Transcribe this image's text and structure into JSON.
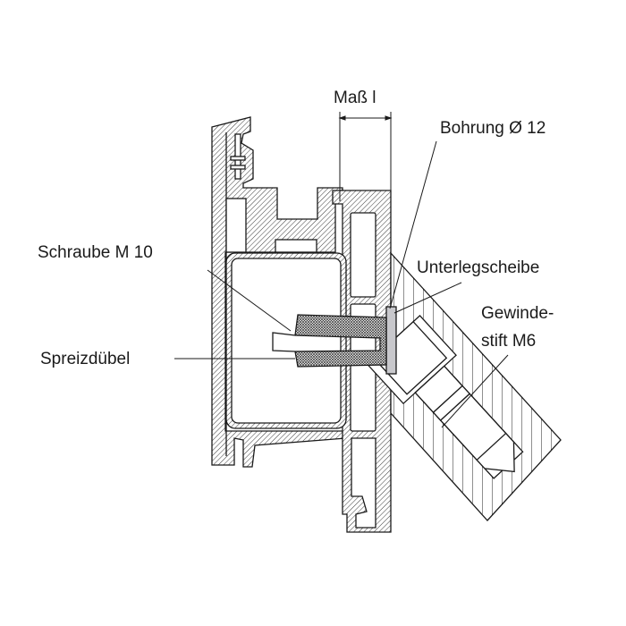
{
  "labels": {
    "dimension": "Maß l",
    "bore": "Bohrung Ø 12",
    "screw": "Schraube M 10",
    "anchor": "Spreizdübel",
    "washer": "Unterlegscheibe",
    "set_screw_line1": "Gewinde-",
    "set_screw_line2": "stift M6"
  },
  "colors": {
    "line": "#1a1a1a",
    "washer": "#c8c8cc",
    "background": "#ffffff"
  }
}
